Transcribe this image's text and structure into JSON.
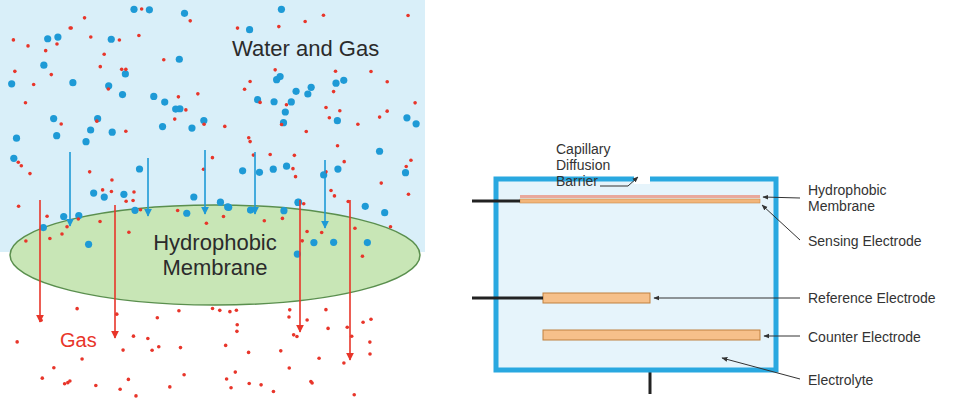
{
  "diagram": {
    "nodes": [
      {
        "text": [
          "Water and Gas"
        ]
      },
      {
        "text": [
          "Hydrophobic Membrane"
        ]
      }
    ],
    "labels": [
      "Gas",
      "Capillary Diffusion Barrier",
      "Hydrophobic Membrane",
      "Sensing Electrode",
      "Reference Electrode",
      "Counter Electrode",
      "Electrolyte"
    ]
  }
}
